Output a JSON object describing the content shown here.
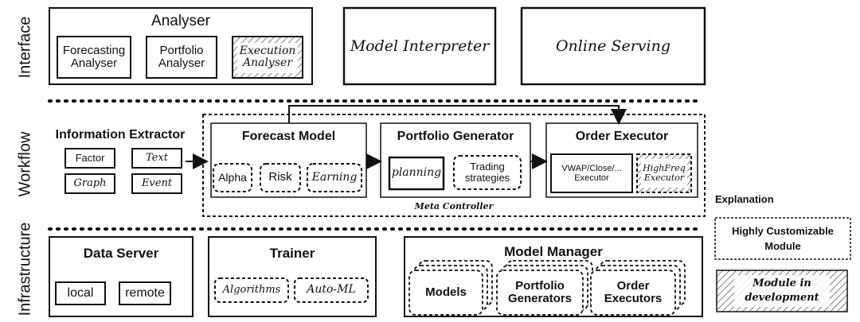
{
  "layers": {
    "interface": "Interface",
    "workflow": "Workflow",
    "infrastructure": "Infrastructure"
  },
  "interface": {
    "analyser": {
      "title": "Analyser",
      "forecasting": "Forecasting\nAnalyser",
      "portfolio": "Portfolio\nAnalyser",
      "execution": "Execution\nAnalyser"
    },
    "model_interpreter": "Model Interpreter",
    "online_serving": "Online Serving"
  },
  "workflow": {
    "info_extractor": {
      "title": "Information Extractor",
      "factor": "Factor",
      "text": "Text",
      "graph": "Graph",
      "event": "Event"
    },
    "forecast_model": {
      "title": "Forecast Model",
      "alpha": "Alpha",
      "risk": "Risk",
      "earning": "Earning"
    },
    "portfolio_generator": {
      "title": "Portfolio Generator",
      "planning": "planning",
      "trading": "Trading\nstrategies"
    },
    "order_executor": {
      "title": "Order Executor",
      "vwap": "VWAP/Close/...\nExecutor",
      "highfreq": "HighFreq\nExecutor"
    },
    "meta_controller": "Meta Controller"
  },
  "infrastructure": {
    "data_server": {
      "title": "Data Server",
      "local": "local",
      "remote": "remote"
    },
    "trainer": {
      "title": "Trainer",
      "algorithms": "Algorithms",
      "automl": "Auto-ML"
    },
    "model_manager": {
      "title": "Model Manager",
      "models": "Models",
      "portfolio_generators": "Portfolio\nGenerators",
      "order_executors": "Order\nExecutors"
    }
  },
  "legend": {
    "title": "Explanation",
    "customizable": "Highly Customizable\nModule",
    "in_development": "Module in\ndevelopment"
  }
}
